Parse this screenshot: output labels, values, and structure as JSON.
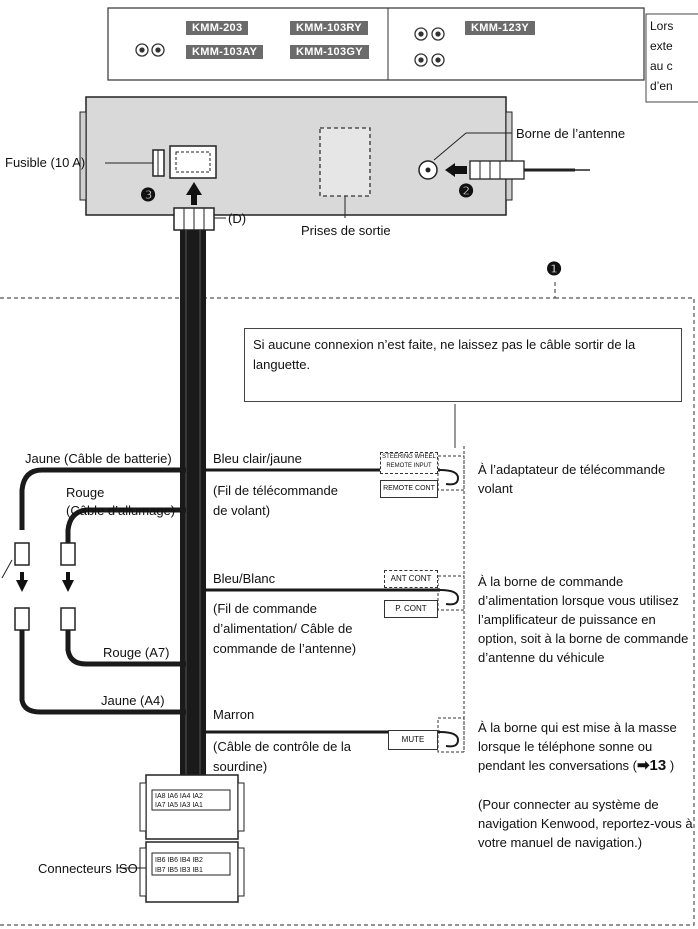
{
  "header": {
    "models_left": [
      "KMM-203",
      "KMM-103RY",
      "KMM-103AY",
      "KMM-103GY"
    ],
    "models_right": [
      "KMM-123Y"
    ],
    "side_note_lines": [
      "Lors",
      "exte",
      "au c",
      "d’en"
    ]
  },
  "callouts": {
    "one": "❶",
    "two": "❷",
    "three": "❸"
  },
  "unit": {
    "fuse": "Fusible (10 A)",
    "antenna_terminal": "Borne de l’antenne",
    "output_jacks": "Prises de sortie",
    "connector_d": "(D)"
  },
  "note": {
    "text": "Si aucune connexion n’est faite, ne laissez pas le câble sortir de la languette."
  },
  "wires": {
    "yellow_battery": "Jaune (Câble de batterie)",
    "red_ignition_1": "Rouge",
    "red_ignition_2": "(Câble d’allumage)",
    "red_a7": "Rouge (A7)",
    "yellow_a4": "Jaune (A4)",
    "light_blue": "Bleu clair/jaune",
    "light_blue_desc_1": "(Fil de télécommande",
    "light_blue_desc_2": "de volant)",
    "blue_white": "Bleu/Blanc",
    "blue_white_desc_1": "(Fil de commande",
    "blue_white_desc_2": "d’alimentation/ Câble de",
    "blue_white_desc_3": "commande de l’antenne)",
    "brown": "Marron",
    "brown_desc_1": "(Câble de contrôle de la",
    "brown_desc_2": "sourdine)"
  },
  "tags": {
    "steering_1": "STEERING WHEEL",
    "steering_2": "REMOTE INPUT",
    "remote_cont": "REMOTE CONT",
    "ant_cont": "ANT CONT",
    "p_cont": "P. CONT",
    "mute": "MUTE"
  },
  "destinations": {
    "steering": "À l’adaptateur de télécommande volant",
    "power": "À la borne de commande d’alimentation lorsque vous utilisez l’amplificateur de puissance en option, soit à la borne de commande d’antenne du véhicule",
    "mute_prefix": "À la borne qui est mise à la masse lorsque le téléphone sonne ou pendant les conversations (",
    "mute_ref": "➡13",
    "mute_suffix": " )",
    "mute_note": "(Pour connecter au système de navigation Kenwood, reportez-vous à votre manuel de navigation.)"
  },
  "iso": {
    "label": "Connecteurs ISO",
    "row_a_top": "IA8 IA6 IA4 IA2",
    "row_a_bottom": "IA7 IA5 IA3 IA1",
    "row_b_top": "IB6 IB6 IB4 IB2",
    "row_b_bottom": "IB7 IB5 IB3 IB1"
  }
}
